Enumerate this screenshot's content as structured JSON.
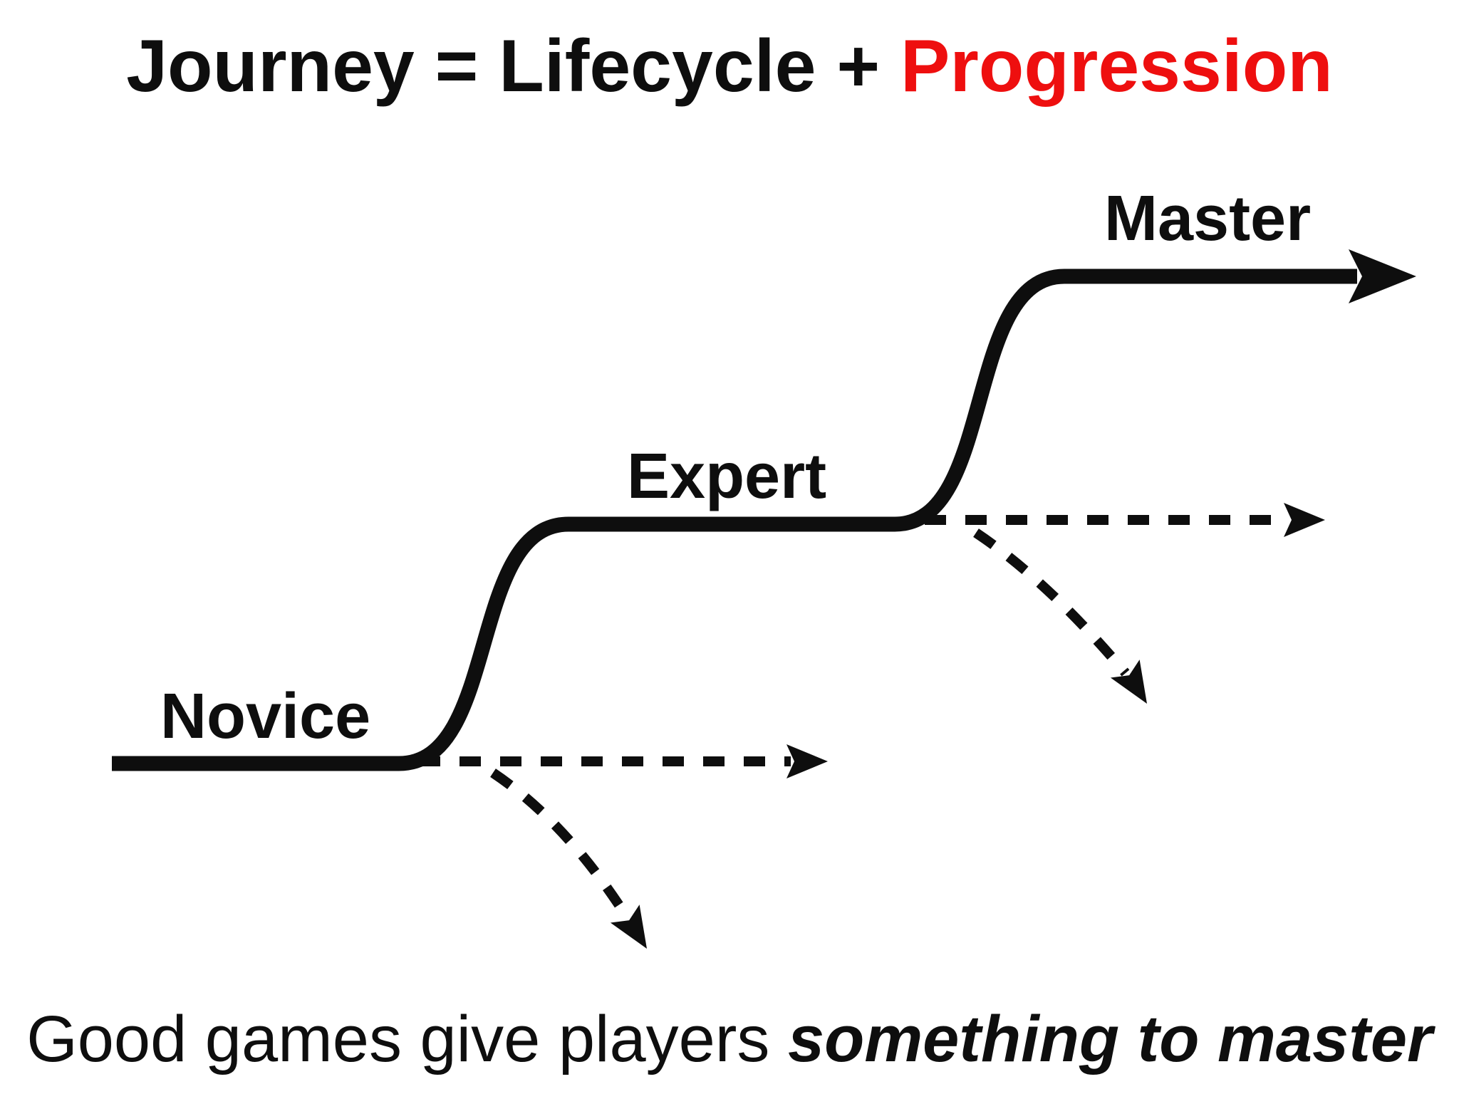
{
  "title": {
    "prefix": "Journey = Lifecycle + ",
    "highlight": "Progression"
  },
  "stages": {
    "novice": "Novice",
    "expert": "Expert",
    "master": "Master"
  },
  "caption": {
    "lead": "Good games give players ",
    "emphasis": "something to master"
  },
  "colors": {
    "ink": "#0e0e0e",
    "highlight_red": "#ee0f0f",
    "background": "#ffffff"
  }
}
